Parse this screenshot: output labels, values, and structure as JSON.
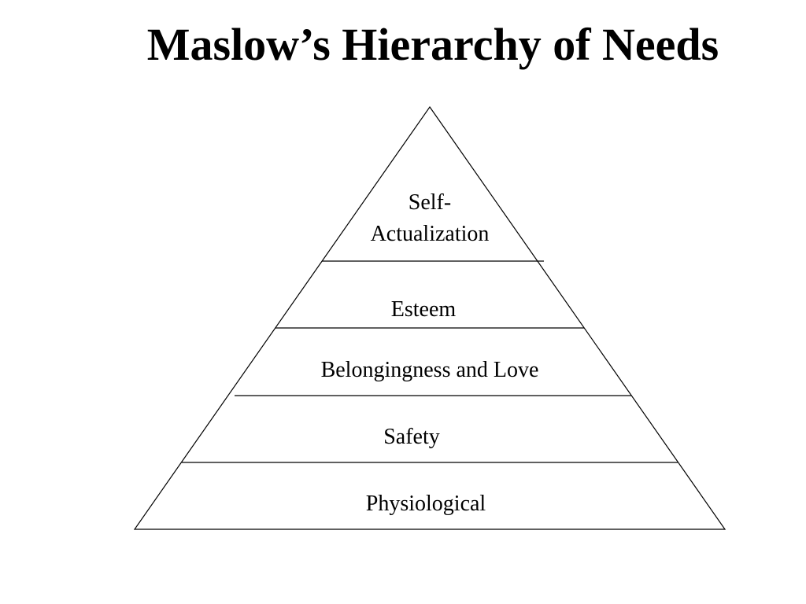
{
  "slide": {
    "title": "Maslow’s Hierarchy of Needs"
  },
  "pyramid": {
    "tiers": [
      {
        "line1": "Self-",
        "line2": "Actualization"
      },
      {
        "label": "Esteem"
      },
      {
        "label": "Belongingness and Love"
      },
      {
        "label": "Safety"
      },
      {
        "label": "Physiological"
      }
    ]
  },
  "colors": {
    "stroke": "#000000",
    "fill": "#ffffff",
    "text": "#000000"
  }
}
